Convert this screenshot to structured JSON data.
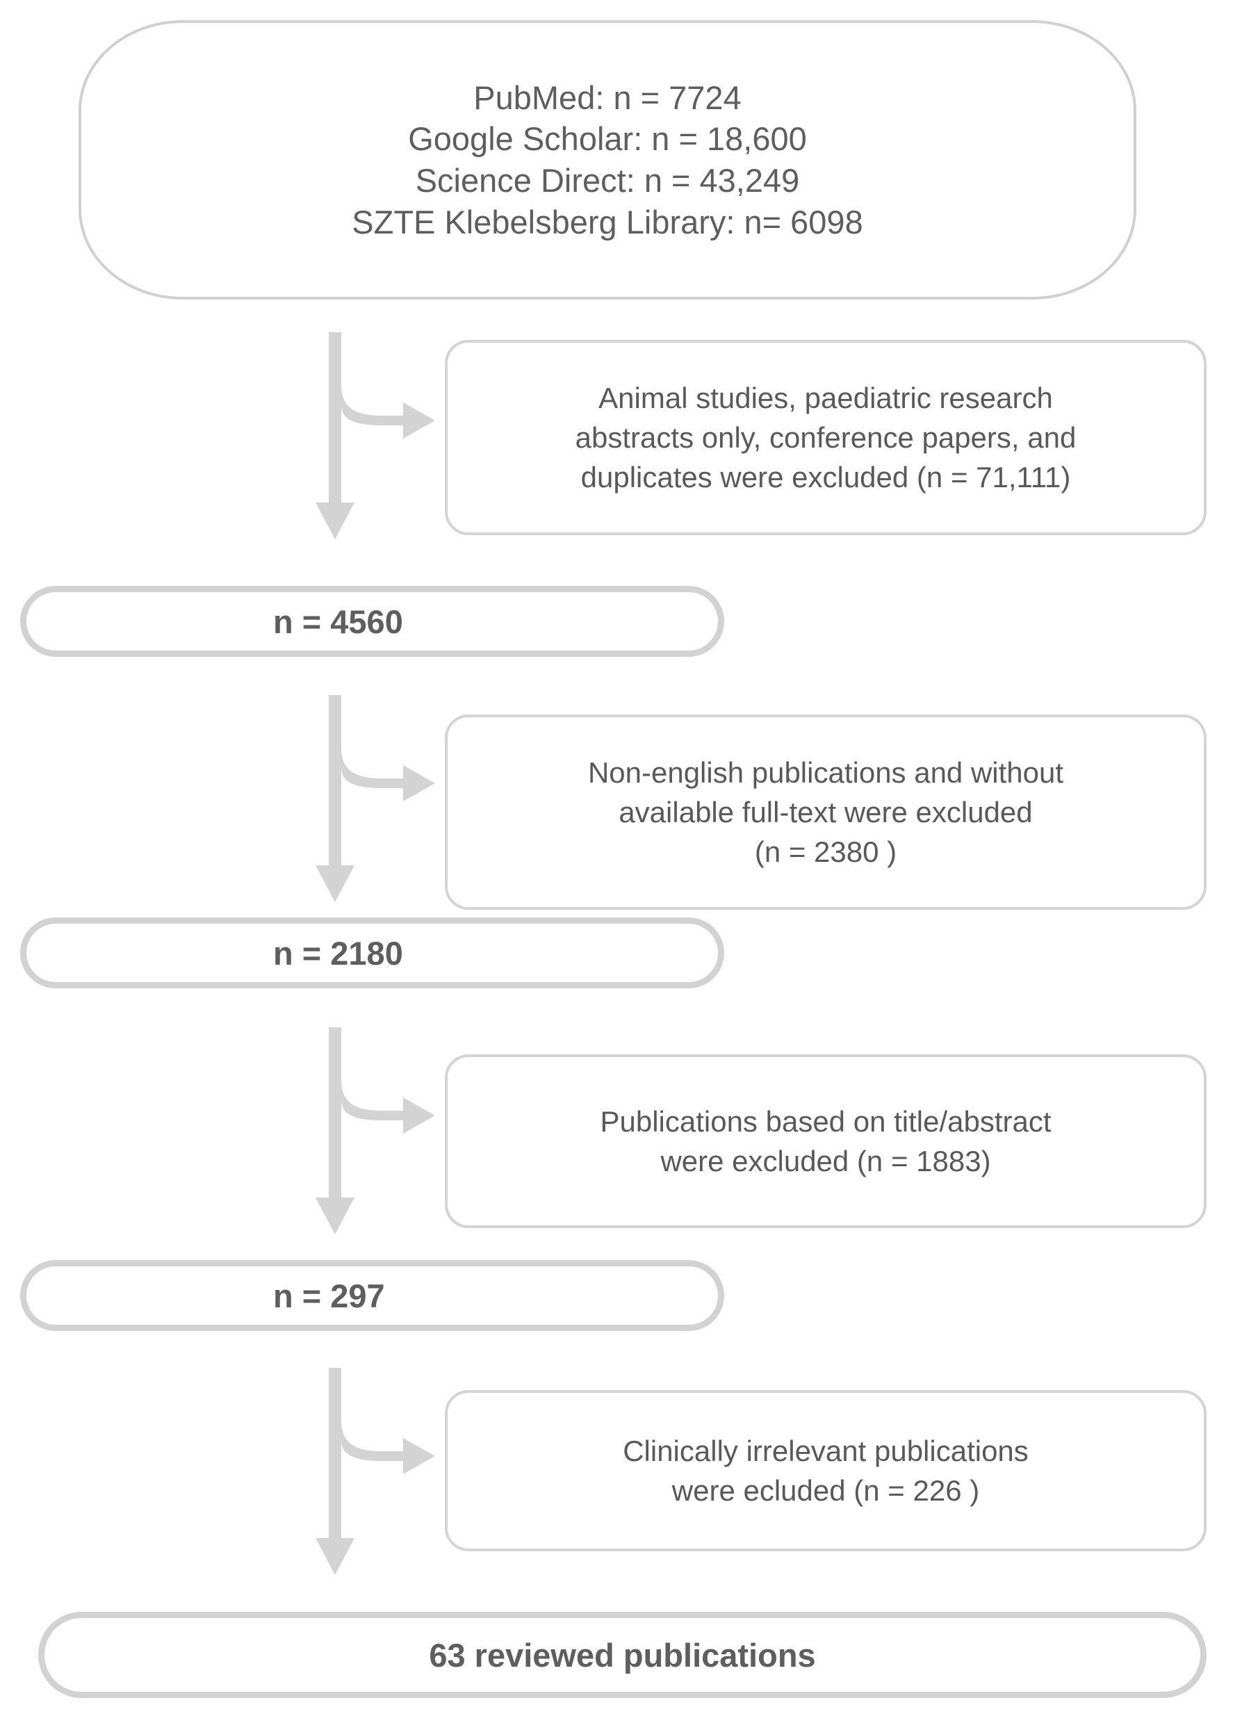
{
  "diagram": {
    "title": "Literature search and screening flow diagram",
    "colors": {
      "text": "#5e5e5e",
      "border": "#d2d2d2",
      "arrow": "#d3d3d3",
      "background": "#ffffff"
    }
  },
  "sources_box": {
    "lines": [
      "PubMed: n = 7724",
      "Google Scholar: n = 18,600",
      "Science Direct: n = 43,249",
      "SZTE Klebelsberg Library: n= 6098"
    ]
  },
  "stages": [
    {
      "exclusion": {
        "lines": [
          "Animal studies, paediatric research",
          "abstracts only, conference papers, and",
          "duplicates were excluded (n = 71,111)"
        ],
        "count": 71111
      },
      "remaining_label": "n = 4560",
      "remaining": 4560
    },
    {
      "exclusion": {
        "lines": [
          "Non-english publications and without",
          "available full-text were excluded",
          "(n = 2380 )"
        ],
        "count": 2380
      },
      "remaining_label": "n = 2180",
      "remaining": 2180
    },
    {
      "exclusion": {
        "lines": [
          "Publications based on title/abstract",
          "were excluded (n = 1883)"
        ],
        "count": 1883
      },
      "remaining_label": "n = 297",
      "remaining": 297
    },
    {
      "exclusion": {
        "lines": [
          "Clinically irrelevant publications",
          "were ecluded (n = 226 )"
        ],
        "count": 226
      },
      "remaining_label": "63 reviewed publications",
      "remaining": 63
    }
  ],
  "final_box": {
    "label": "63 reviewed publications",
    "count": 63
  },
  "chart_data": {
    "type": "flowchart",
    "title": "PRISMA-style study selection flow",
    "nodes": [
      {
        "id": "sources",
        "shape": "stadium",
        "text": "PubMed: n = 7724 / Google Scholar: n = 18,600 / Science Direct: n = 43,249 / SZTE Klebelsberg Library: n= 6098"
      },
      {
        "id": "exclude1",
        "shape": "rounded-rect",
        "text": "Animal studies, paediatric research abstracts only, conference papers, and duplicates were excluded (n = 71,111)"
      },
      {
        "id": "stage1",
        "shape": "stadium",
        "text": "n = 4560"
      },
      {
        "id": "exclude2",
        "shape": "rounded-rect",
        "text": "Non-english publications and without available full-text were excluded (n = 2380 )"
      },
      {
        "id": "stage2",
        "shape": "stadium",
        "text": "n = 2180"
      },
      {
        "id": "exclude3",
        "shape": "rounded-rect",
        "text": "Publications based on title/abstract were excluded (n = 1883)"
      },
      {
        "id": "stage3",
        "shape": "stadium",
        "text": "n = 297"
      },
      {
        "id": "exclude4",
        "shape": "rounded-rect",
        "text": "Clinically irrelevant publications were ecluded (n = 226 )"
      },
      {
        "id": "final",
        "shape": "stadium",
        "text": "63 reviewed publications"
      }
    ],
    "edges": [
      {
        "from": "sources",
        "to": "exclude1",
        "style": "branch-right"
      },
      {
        "from": "sources",
        "to": "stage1",
        "style": "down"
      },
      {
        "from": "stage1",
        "to": "exclude2",
        "style": "branch-right"
      },
      {
        "from": "stage1",
        "to": "stage2",
        "style": "down"
      },
      {
        "from": "stage2",
        "to": "exclude3",
        "style": "branch-right"
      },
      {
        "from": "stage2",
        "to": "stage3",
        "style": "down"
      },
      {
        "from": "stage3",
        "to": "exclude4",
        "style": "branch-right"
      },
      {
        "from": "stage3",
        "to": "final",
        "style": "down"
      }
    ],
    "records_identified": {
      "PubMed": 7724,
      "Google Scholar": 18600,
      "Science Direct": 43249,
      "SZTE Klebelsberg Library": 6098
    },
    "excluded": [
      71111,
      2380,
      1883,
      226
    ],
    "remaining": [
      4560,
      2180,
      297,
      63
    ]
  }
}
